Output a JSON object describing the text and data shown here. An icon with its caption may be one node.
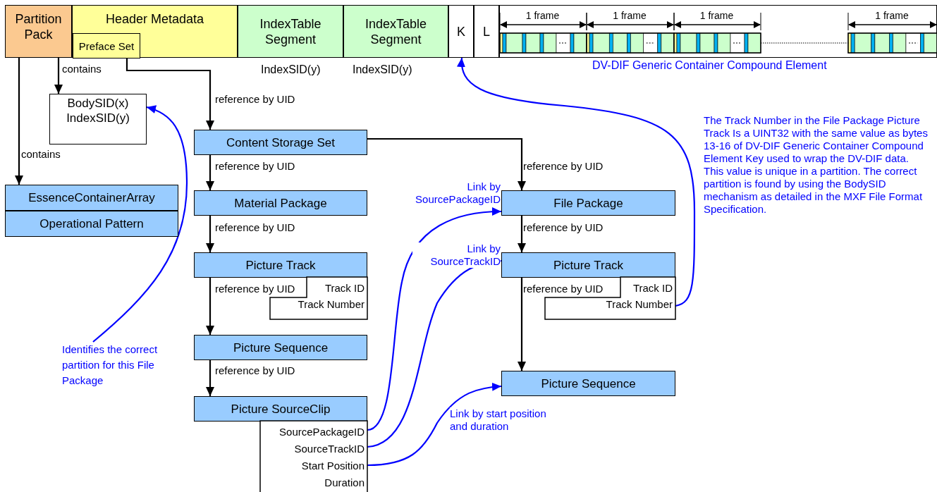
{
  "diagram": {
    "nodes": [
      {
        "text": [
          "Partition Pack"
        ]
      },
      {
        "text": [
          "Header Metadata"
        ]
      },
      {
        "text": [
          "Preface Set"
        ],
        "in": 1
      },
      {
        "text": [
          "IndexTable Segment"
        ],
        "beside": [
          "IndexSID(y)"
        ]
      },
      {
        "text": [
          "IndexTable Segment"
        ],
        "beside": [
          "IndexSID(y)"
        ]
      },
      {
        "text": [
          "K"
        ]
      },
      {
        "text": [
          "L"
        ]
      },
      {
        "text": [],
        "shape": "box",
        "beside": [
          "DV-DIF Generic Container Compound Element"
        ]
      },
      {
        "text": [
          "BodySID(x) IndexSID(y)"
        ]
      },
      {
        "text": [
          "EssenceContainerArray"
        ]
      },
      {
        "text": [
          "Operational Pattern"
        ]
      },
      {
        "text": [
          "Content Storage Set"
        ]
      },
      {
        "text": [
          "Material Package"
        ]
      },
      {
        "text": [
          "Picture Track"
        ]
      },
      {
        "text": [
          "Track ID",
          "Track Number"
        ]
      },
      {
        "text": [
          "Picture Sequence"
        ]
      },
      {
        "text": [
          "Picture SourceClip"
        ]
      },
      {
        "text": [
          "SourcePackageID",
          "SourceTrackID",
          "Start Position",
          "Duration"
        ]
      },
      {
        "text": [
          "File Package"
        ]
      },
      {
        "text": [
          "Picture Track"
        ]
      },
      {
        "text": [
          "Track ID",
          "Track Number"
        ]
      },
      {
        "text": [
          "Picture Sequence"
        ]
      },
      {
        "text": [
          "Identifies the correct partition for this File Package"
        ]
      }
    ],
    "edges": [
      {
        "from": 0,
        "to": 9,
        "arrow": "to",
        "label": "contains"
      },
      {
        "from": 0,
        "to": 8,
        "arrow": "to",
        "label": "contains"
      },
      {
        "from": 2,
        "to": 11,
        "arrow": "to",
        "label": "reference by UID"
      },
      {
        "from": 11,
        "to": 12,
        "arrow": "to",
        "label": "reference by UID"
      },
      {
        "from": 12,
        "to": 13,
        "arrow": "to",
        "label": "reference by UID"
      },
      {
        "from": 13,
        "to": 15,
        "arrow": "to",
        "label": "reference by UID"
      },
      {
        "from": 15,
        "to": 16,
        "arrow": "to",
        "label": "reference by UID"
      },
      {
        "from": 11,
        "to": 18,
        "arrow": "to",
        "label": "reference by UID"
      },
      {
        "from": 18,
        "to": 19,
        "arrow": "to",
        "label": "reference by UID"
      },
      {
        "from": 19,
        "to": 21,
        "arrow": "to",
        "label": "reference by UID"
      },
      {
        "from": 22,
        "to": 8,
        "arrow": "to",
        "color": "#0000ff"
      },
      {
        "from": 17,
        "to": 18,
        "arrow": "to",
        "label": "Link by SourcePackageID",
        "color": "#0000ff"
      },
      {
        "from": 17,
        "to": 19,
        "arrow": "to",
        "label": "Link by SourceTrackID",
        "color": "#0000ff"
      },
      {
        "from": 17,
        "to": 21,
        "arrow": "to",
        "label": "Link by start position and duration",
        "color": "#0000ff"
      },
      {
        "from": 20,
        "to": 5,
        "arrow": "to",
        "label": "The Track Number in the File Package Picture Track Is a UINT32 with the same value as bytes 13-16 of DV-DIF Generic Container Compound Element Key used to wrap the DV-DIF data. This value is unique in a partition. The correct partition is found by using the BodySID mechanism as detailed in the MXF File Format Specification.",
        "color": "#0000ff"
      }
    ],
    "labels": [
      "1 frame",
      "1 frame",
      "1 frame",
      "1 frame"
    ]
  }
}
